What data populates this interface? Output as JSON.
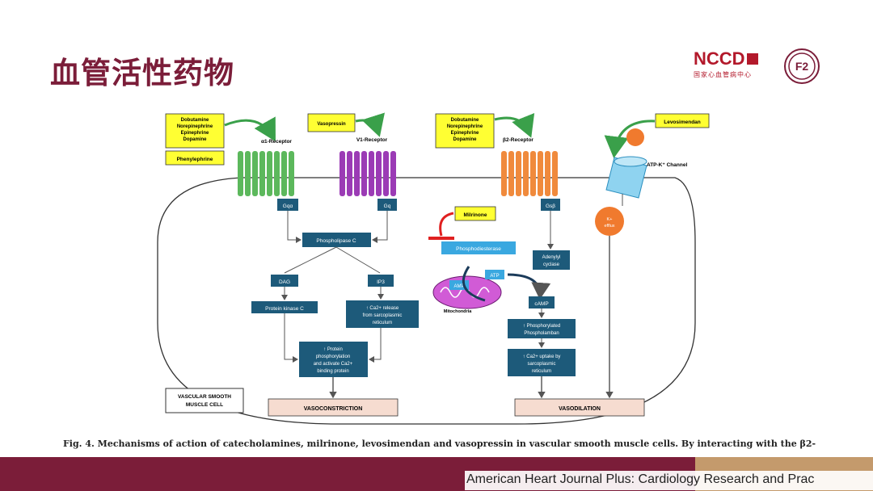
{
  "slide": {
    "title": "血管活性药物",
    "logo_text": "NCCD",
    "logo_subtitle": "国家心血管病中心",
    "seal_text": "F2",
    "caption": "Fig. 4. Mechanisms of action of catecholamines, milrinone, levosimendan and vasopressin in vascular smooth muscle cells. By interacting with the β2-",
    "footer_source": "American Heart Journal Plus: Cardiology Research and Prac"
  },
  "diagram": {
    "drug_box_1": [
      "Dobutamine",
      "Norepinephrine",
      "Epinephrine",
      "Dopamine"
    ],
    "drug_box_1b": "Phenylephrine",
    "drug_box_2": "Vasopressin",
    "drug_box_3": [
      "Dobutamine",
      "Norepinephrine",
      "Epinephrine",
      "Dopamine"
    ],
    "drug_box_4": "Levosimendan",
    "drug_box_5": "Milrinone",
    "receptor_a1": "α1-Receptor",
    "receptor_v1": "V1-Receptor",
    "receptor_b2": "β2-Receptor",
    "channel": "ATP-K⁺ Channel",
    "gq_a": "Gqα",
    "gq_v": "Gq",
    "gs": "Gsβ",
    "plc": "Phospholipase C",
    "dag": "DAG",
    "ip3": "IP3",
    "pkc": "Protein kinase C",
    "ca_release": [
      "↑ Ca2+ release",
      "from sarcoplasmic",
      "reticulum"
    ],
    "protein_phos": [
      "↑ Protein",
      "phosphorylation",
      "and activate Ca2+",
      "binding protein"
    ],
    "pde": "Phosphodiesterase",
    "amp": "AMP",
    "atp": "ATP",
    "mito": "Mitochondria",
    "adenylyl": [
      "Adenylyl",
      "cyclase"
    ],
    "camp": "cAMP",
    "phospholamban": [
      "↑ Phosphorylated",
      "Phospholamban"
    ],
    "ca_uptake": [
      "↑ Ca2+ uptake by",
      "sarcoplasmic",
      "reticulum"
    ],
    "k_efflux": [
      "K+",
      "efflux"
    ],
    "cell_label": [
      "VASCULAR SMOOTH",
      "MUSCLE CELL"
    ],
    "vasoconstriction": "VASOCONSTRICTION",
    "vasodilation": "VASODILATION"
  },
  "colors": {
    "title": "#7b1d39",
    "drug_box": "#ffff33",
    "node": "#1d5a7a",
    "green_receptor": "#5cb85c",
    "purple_receptor": "#9b3bb5",
    "orange_receptor": "#f08a3c",
    "outcome_box": "#f6dcd0"
  }
}
